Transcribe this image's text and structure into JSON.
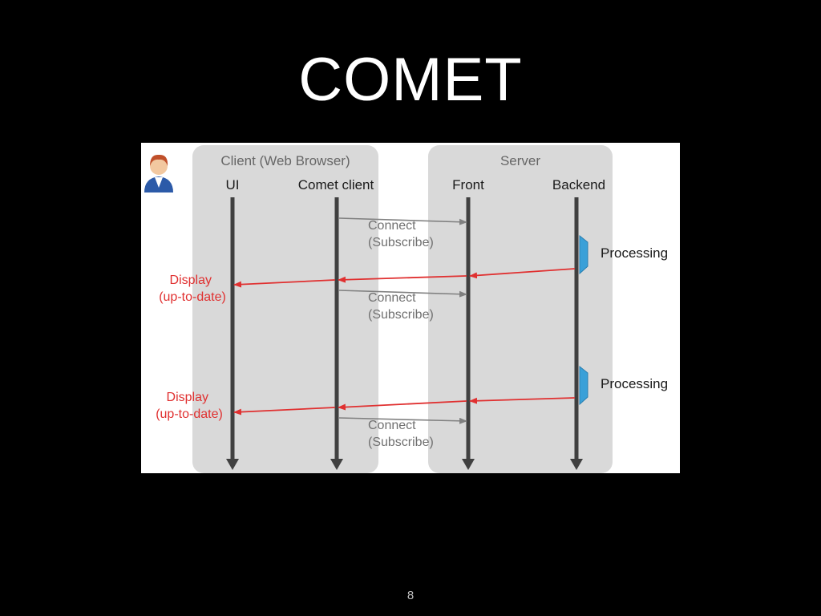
{
  "slide": {
    "title": "COMET",
    "page_number": "8"
  },
  "diagram": {
    "groups": {
      "client": "Client (Web Browser)",
      "server": "Server"
    },
    "lifelines": {
      "ui": "UI",
      "comet_client": "Comet client",
      "front": "Front",
      "backend": "Backend"
    },
    "messages": {
      "connect_1": {
        "line1": "Connect",
        "line2": "(Subscribe)"
      },
      "connect_2": {
        "line1": "Connect",
        "line2": "(Subscribe)"
      },
      "connect_3": {
        "line1": "Connect",
        "line2": "(Subscribe)"
      },
      "display_1": {
        "line1": "Display",
        "line2": "(up-to-date)"
      },
      "display_2": {
        "line1": "Display",
        "line2": "(up-to-date)"
      },
      "processing_1": "Processing",
      "processing_2": "Processing"
    },
    "colors": {
      "group_fill": "#d9d9d9",
      "lifeline": "#404040",
      "request_arrow": "#808080",
      "response_arrow": "#e03030",
      "processing_marker": "#3aa0d8",
      "user_icon_hair": "#c0502a",
      "user_icon_body": "#2c5aa8"
    },
    "icons": [
      "user-icon",
      "processing-marker-icon"
    ]
  }
}
